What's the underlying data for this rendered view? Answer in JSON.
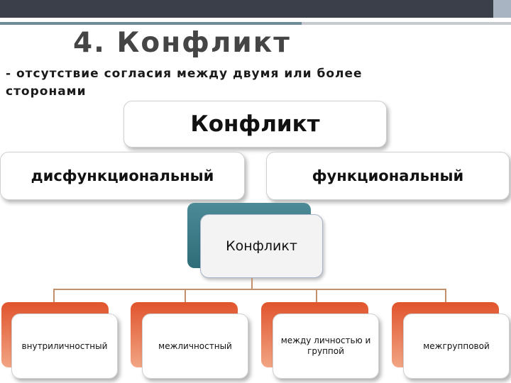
{
  "slide": {
    "title": "4. Конфликт",
    "definition": "- отсутствие согласия между двумя или более сторонами"
  },
  "top_diagram": {
    "root": "Конфликт",
    "branches": [
      "дисфункциональный",
      "функциональный"
    ]
  },
  "bottom_diagram": {
    "root": "Конфликт",
    "children": [
      "внутриличностный",
      "межличностный",
      "между личностью и группой",
      "межгрупповой"
    ]
  },
  "colors": {
    "top_bar": "#3b3f4a",
    "accent_teal": "#6e8a98",
    "node_back_teal": "#2f6d79",
    "node_back_orange": "#e0542d",
    "connector": "#c2906c"
  }
}
